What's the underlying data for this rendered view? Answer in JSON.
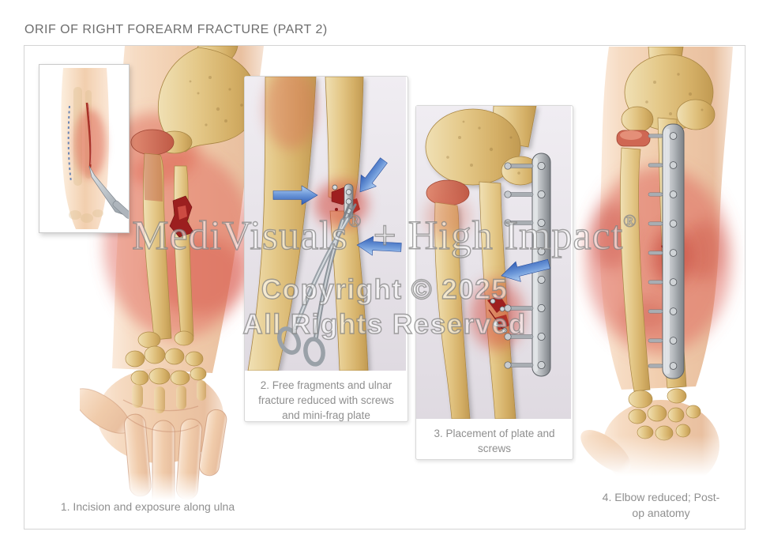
{
  "page": {
    "title": "ORIF OF RIGHT FOREARM FRACTURE (PART 2)"
  },
  "watermark": {
    "brand_left": "MediVisuals",
    "brand_right": "+ High Impact",
    "registered_mark": "®",
    "copyright": "Copyright © 2025",
    "rights": "All Rights Reserved"
  },
  "panels": [
    {
      "id": 1,
      "caption": "1. Incision and exposure along ulna"
    },
    {
      "id": 2,
      "caption": "2. Free fragments and ulnar fracture reduced with screws and mini-frag plate"
    },
    {
      "id": 3,
      "caption": "3. Placement of plate and screws"
    },
    {
      "id": 4,
      "caption": "4. Elbow reduced; Post-op anatomy"
    }
  ],
  "colors": {
    "title_gray": "#6e6e6e",
    "caption_gray": "#8f8f8f",
    "skin": "#f0cbaa",
    "bone": "#e4c888",
    "inflammation_red": "#d9604f",
    "fracture_dark_red": "#9c1f1f",
    "radial_head_red": "#cf6753",
    "plate_gray": "#9ea3a8",
    "arrow_blue": "#3d6cc0",
    "panel_background": "#e8e3ea"
  }
}
